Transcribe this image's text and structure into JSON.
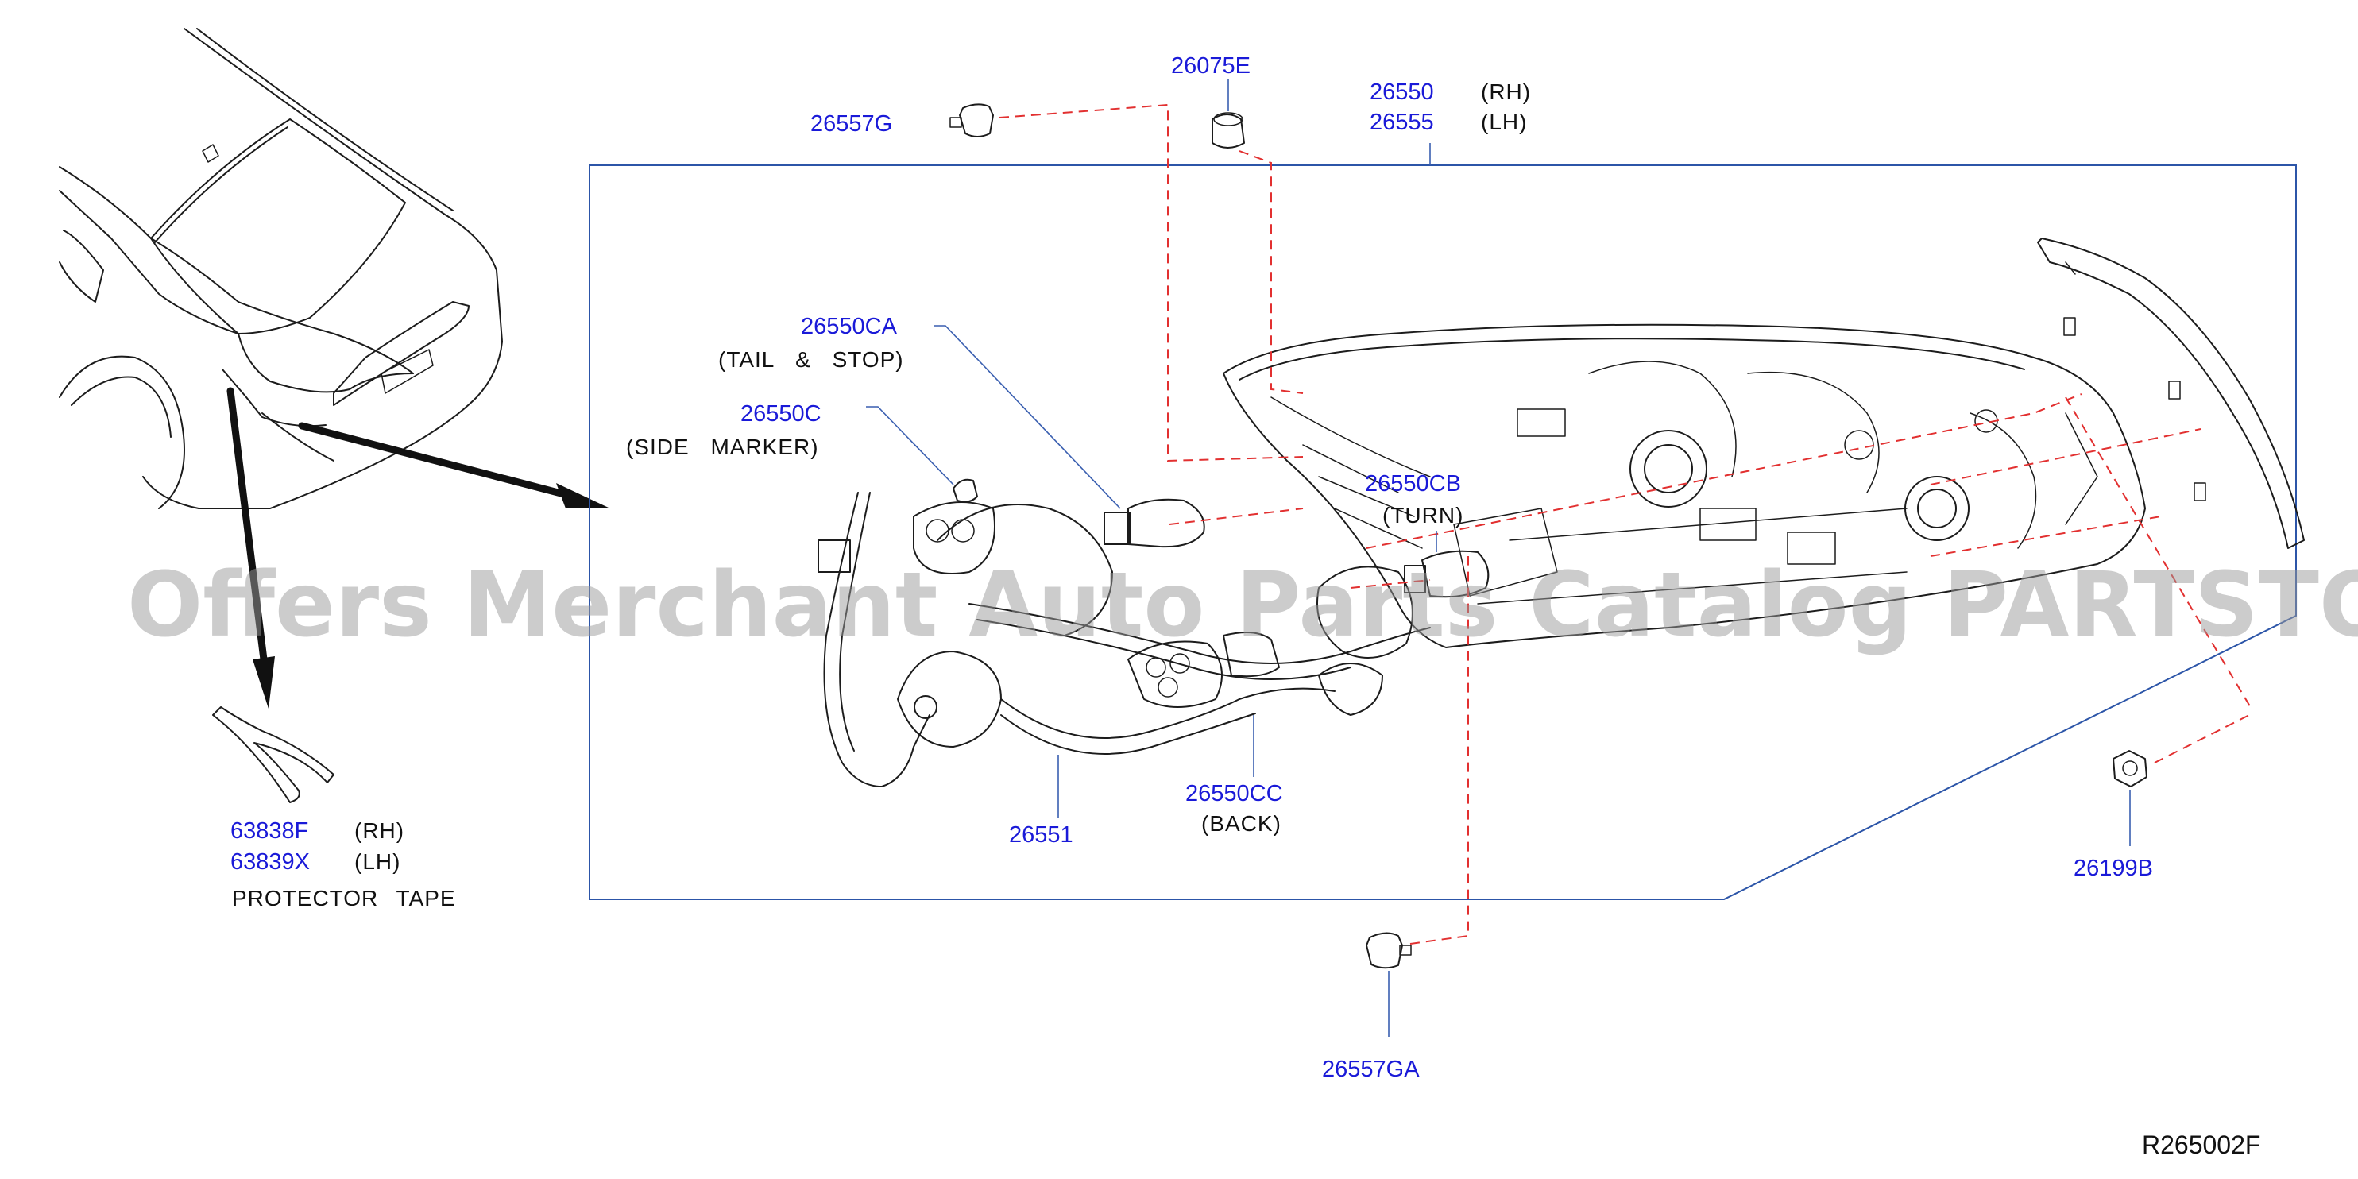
{
  "parts": {
    "p26075E": "26075E",
    "p26557G": "26557G",
    "p26550": "26550",
    "p26550_side": "(RH)",
    "p26555": "26555",
    "p26555_side": "(LH)",
    "p26550CA": "26550CA",
    "p26550CA_desc": "(TAIL & STOP)",
    "p26550C": "26550C",
    "p26550C_desc": "(SIDE MARKER)",
    "p26550CB": "26550CB",
    "p26550CB_desc": "(TURN)",
    "p26551": "26551",
    "p26550CC": "26550CC",
    "p26550CC_desc": "(BACK)",
    "p63838F": "63838F",
    "p63838F_side": "(RH)",
    "p63839X": "63839X",
    "p63839X_side": "(LH)",
    "protector_tape": "PROTECTOR TAPE",
    "p26199B": "26199B",
    "p26557GA": "26557GA"
  },
  "reference": "R265002F",
  "watermark": "Offers Merchant Auto Parts Catalog PARTSTORE.SA"
}
